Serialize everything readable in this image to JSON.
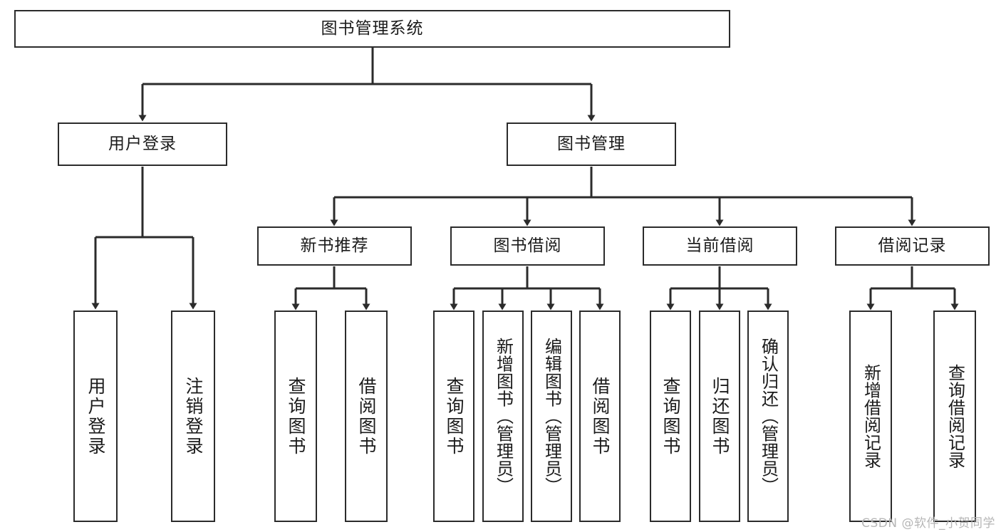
{
  "diagram": {
    "type": "tree-hierarchy-chart",
    "title": "图书管理系统",
    "background_color": "#ffffff",
    "line_color": "#2b2b2b",
    "text_color": "#1b1b1b",
    "levels": 4,
    "root": {
      "label": "图书管理系统",
      "id": "root"
    },
    "level2": [
      {
        "id": "user-login",
        "label": "用户登录"
      },
      {
        "id": "book-manage",
        "label": "图书管理"
      }
    ],
    "level3": [
      {
        "id": "new-book-recommend",
        "label": "新书推荐",
        "parent": "book-manage"
      },
      {
        "id": "book-borrow",
        "label": "图书借阅",
        "parent": "book-manage"
      },
      {
        "id": "current-borrow",
        "label": "当前借阅",
        "parent": "book-manage"
      },
      {
        "id": "borrow-record",
        "label": "借阅记录",
        "parent": "book-manage"
      }
    ],
    "leaves": {
      "user-login": [
        {
          "id": "leaf-user-login",
          "label": "用户登录"
        },
        {
          "id": "leaf-logout",
          "label": "注销登录"
        }
      ],
      "new-book-recommend": [
        {
          "id": "leaf-query-book-1",
          "label": "查询图书"
        },
        {
          "id": "leaf-borrow-book-1",
          "label": "借阅图书"
        }
      ],
      "book-borrow": [
        {
          "id": "leaf-query-book-2",
          "label": "查询图书"
        },
        {
          "id": "leaf-add-book",
          "label": "新增图书（管理员）"
        },
        {
          "id": "leaf-edit-book",
          "label": "编辑图书（管理员）"
        },
        {
          "id": "leaf-borrow-book-2",
          "label": "借阅图书"
        }
      ],
      "current-borrow": [
        {
          "id": "leaf-query-book-3",
          "label": "查询图书"
        },
        {
          "id": "leaf-return-book",
          "label": "归还图书"
        },
        {
          "id": "leaf-confirm-return",
          "label": "确认归还（管理员）"
        }
      ],
      "borrow-record": [
        {
          "id": "leaf-add-record",
          "label": "新增借阅记录"
        },
        {
          "id": "leaf-query-record",
          "label": "查询借阅记录"
        }
      ]
    }
  },
  "watermark": {
    "text": "CSDN @软件_小贺同学"
  }
}
